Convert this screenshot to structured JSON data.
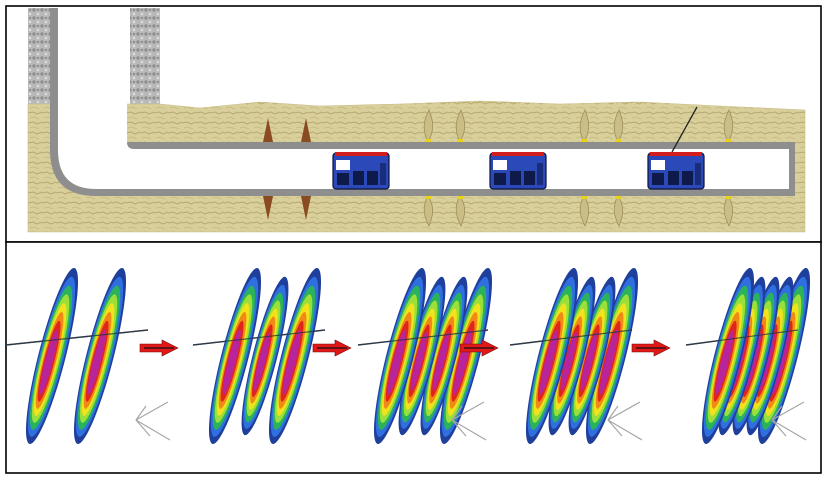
{
  "figure": {
    "panels": [
      {
        "name": "wellbore-cross-section",
        "tools": 3,
        "fracture_pairs": 2,
        "perforation_clusters": 6
      },
      {
        "name": "fracture-growth-sequence",
        "stages": [
          2,
          3,
          4,
          4,
          5
        ]
      }
    ],
    "colors": {
      "frame": "#000000",
      "rock": "#d8cf9a",
      "rock_dark": "#b7a870",
      "casing": "#8e8e8e",
      "casing_dark": "#5a5a5a",
      "bore": "#ffffff",
      "tool_body": "#2b49b8",
      "tool_window": "#0e1a4a",
      "tool_red": "#d21e1e",
      "fracture": "#8a4a22",
      "perf_yellow": "#e8d21a",
      "arrow_red": "#e11818",
      "contour": [
        "#1f3f9c",
        "#2f6fe0",
        "#2ab35a",
        "#9be03a",
        "#f2e21b",
        "#f08a17",
        "#e0261b",
        "#b8249c"
      ],
      "axis_grey": "#a6a6a6"
    },
    "icons": [
      "drilling-tool-icon",
      "perforation-icon",
      "red-arrow-icon",
      "axis-triad-icon"
    ]
  }
}
